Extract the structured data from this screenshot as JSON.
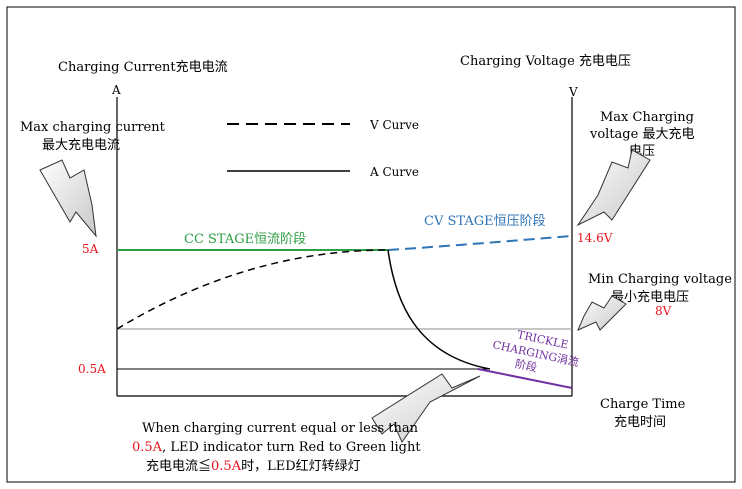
{
  "left_axis": {
    "title": "Charging Current充电电流",
    "unit": "A",
    "max_callout": [
      "Max charging current",
      "最大充电电流"
    ],
    "tick_5a": "5A",
    "tick_05a": "0.5A"
  },
  "right_axis": {
    "title": "Charging Voltage 充电电压",
    "unit": "V",
    "max_callout": [
      "Max Charging",
      "voltage 最大充电",
      "电压"
    ],
    "tick_max": "14.6V",
    "min_callout": [
      "Min Charging voltage",
      "最小充电电压"
    ],
    "tick_min": "8V"
  },
  "x_axis": {
    "title": [
      "Charge Time",
      "充电时间"
    ]
  },
  "legend": {
    "v_curve": "V Curve",
    "a_curve": "A Curve"
  },
  "stages": {
    "cc": "CC STAGE恒流阶段",
    "cv": "CV STAGE恒压阶段",
    "trickle": [
      "TRICKLE",
      "CHARGING涓流",
      "阶段"
    ]
  },
  "note": {
    "line1": "When charging current equal or less than",
    "line2_value": "0.5A",
    "line2_rest": ", LED indicator turn Red to Green light",
    "line3_a": "充电电流≦",
    "line3_value": "0.5A",
    "line3_b": "时，LED红灯转绿灯"
  },
  "colors": {
    "red": "#e8141e",
    "green": "#2e9e44",
    "blue": "#2e75b6",
    "purple": "#7030a0",
    "black": "#000000",
    "gray": "#8c8c8c"
  }
}
